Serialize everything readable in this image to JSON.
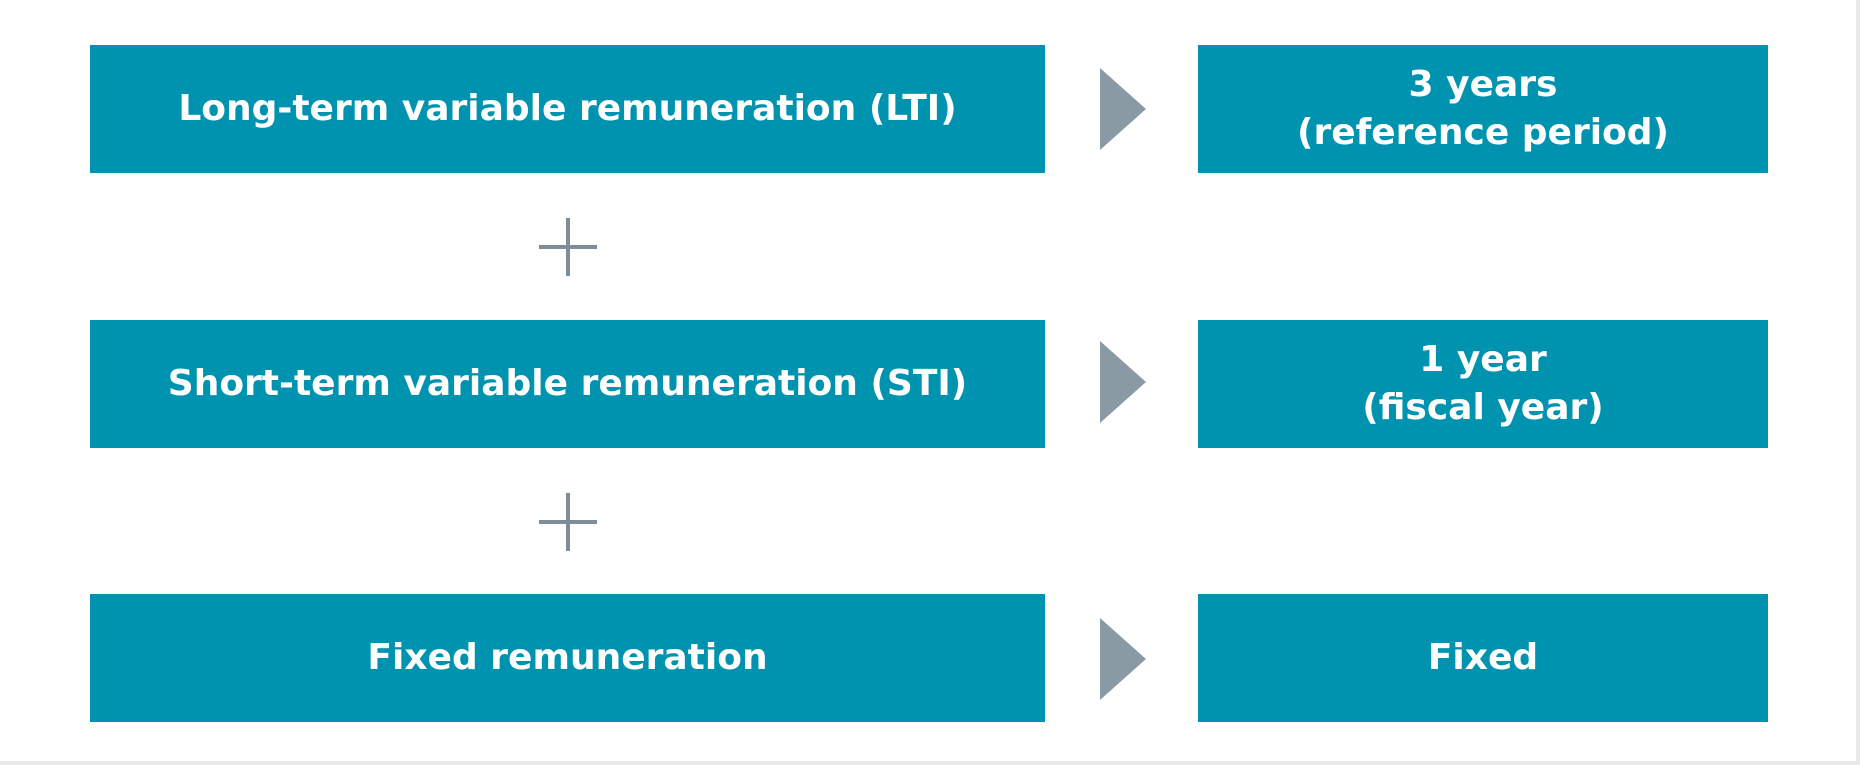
{
  "rows": [
    {
      "component": "Long-term variable remuneration (LTI)",
      "period": "3 years\n(reference period)"
    },
    {
      "component": "Short-term variable remuneration (STI)",
      "period": "1 year\n(fiscal year)"
    },
    {
      "component": "Fixed remuneration",
      "period": "Fixed"
    }
  ],
  "colors": {
    "box": "#0093b0",
    "arrow": "#8a9aa5",
    "plus": "#7e8d98",
    "text": "#ffffff"
  },
  "icons": {
    "arrow": "triangle-right-icon",
    "operator": "plus-icon"
  }
}
